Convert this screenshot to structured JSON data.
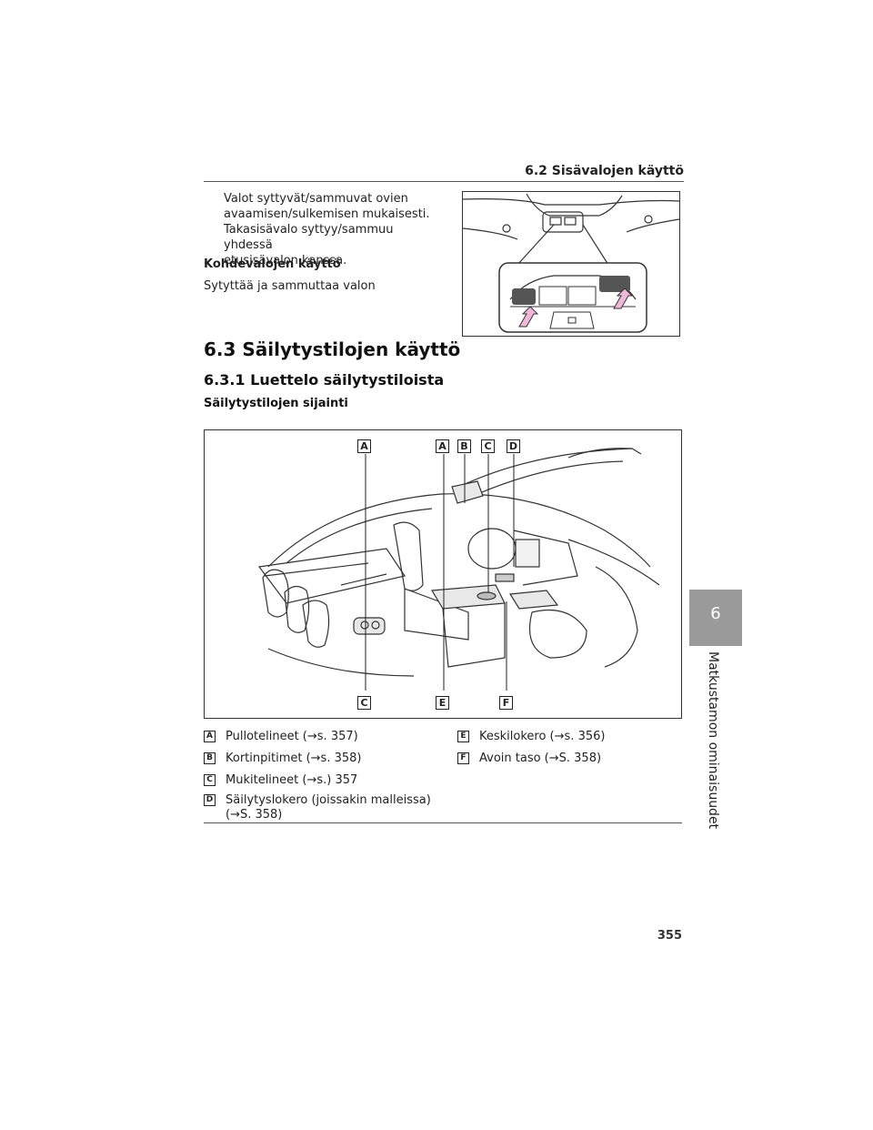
{
  "header": {
    "section_title": "6.2  Sisävalojen käyttö"
  },
  "intro": {
    "lines": [
      "Valot syttyvät/sammuvat ovien",
      "avaamisen/sulkemisen mukaisesti.",
      "Takasisävalo syttyy/sammuu yhdessä",
      "etusisävalon kanssa."
    ]
  },
  "spot": {
    "heading": "Kohdevalojen käyttö",
    "text": "Sytyttää ja sammuttaa valon"
  },
  "section": {
    "h1": "6.3  Säilytystilojen käyttö",
    "h2": "6.3.1  Luettelo säilytystiloista",
    "h3": "Säilytystilojen sijainti"
  },
  "figure": {
    "callouts_top": [
      "A",
      "A",
      "B",
      "C",
      "D"
    ],
    "callouts_bottom": [
      "C",
      "E",
      "F"
    ]
  },
  "legend": {
    "left": [
      {
        "key": "A",
        "text": "Pullotelineet (→s. 357)"
      },
      {
        "key": "B",
        "text": "Kortinpitimet (→s. 358)"
      },
      {
        "key": "C",
        "text": "Mukitelineet (→s.) 357"
      },
      {
        "key": "D",
        "text": "Säilytyslokero (joissakin malleissa)",
        "text2": "(→S. 358)"
      }
    ],
    "right": [
      {
        "key": "E",
        "text": "Keskilokero (→s. 356)"
      },
      {
        "key": "F",
        "text": "Avoin taso (→S. 358)"
      }
    ]
  },
  "side_tab": {
    "number": "6",
    "label": "Matkustamon ominaisuudet"
  },
  "page_number": "355",
  "colors": {
    "tab_bg": "#9a9a9a",
    "arrow_pink": "#f0b8d8"
  }
}
